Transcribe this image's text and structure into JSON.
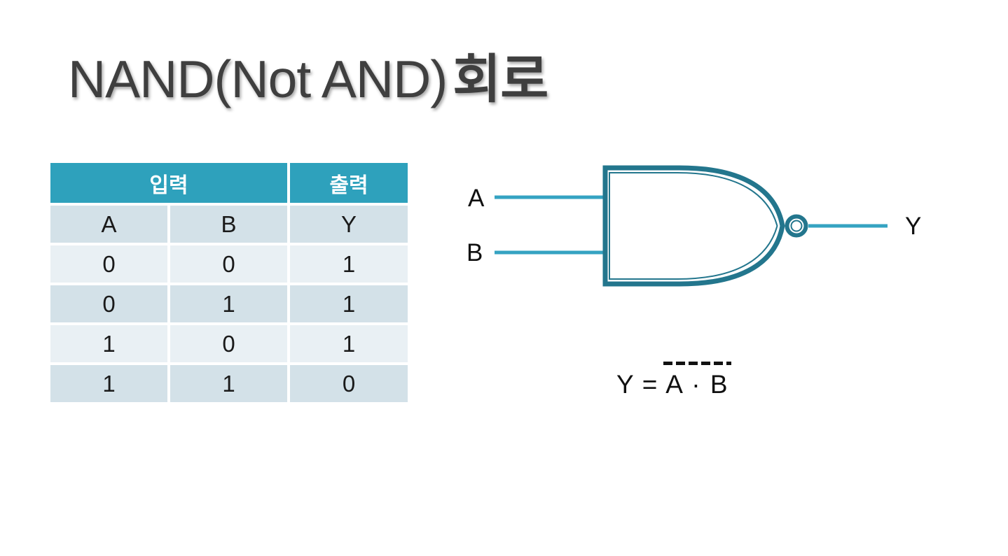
{
  "slide": {
    "title": {
      "latin": "NAND(Not AND)",
      "korean": "회로"
    },
    "title_color": "#3f3f3f",
    "background": "#ffffff"
  },
  "truth_table": {
    "header": {
      "input": "입력",
      "output": "출력"
    },
    "columns": [
      "A",
      "B",
      "Y"
    ],
    "rows": [
      [
        "0",
        "0",
        "1"
      ],
      [
        "0",
        "1",
        "1"
      ],
      [
        "1",
        "0",
        "1"
      ],
      [
        "1",
        "1",
        "0"
      ]
    ],
    "colors": {
      "header_bg": "#2ea1bc",
      "header_text": "#ffffff",
      "row_dark": "#d3e1e8",
      "row_light": "#e9f0f4",
      "cell_text": "#1a1a1a"
    }
  },
  "gate": {
    "type": "NAND",
    "input_a": "A",
    "input_b": "B",
    "output": "Y",
    "colors": {
      "outline": "#23768d",
      "wire": "#35a3c2"
    }
  },
  "formula": {
    "lhs": "Y",
    "equals": "=",
    "rhs": "A · B",
    "has_overline": true
  }
}
